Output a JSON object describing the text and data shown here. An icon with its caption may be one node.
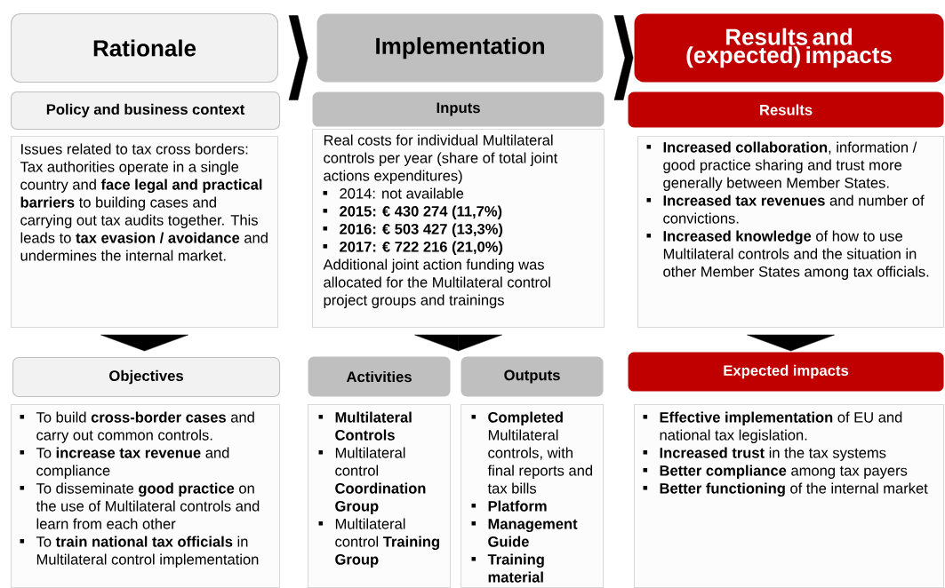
{
  "diagram": {
    "nodes": [
      {
        "text": [
          "Rationale"
        ]
      },
      {
        "text": [
          "Implementation"
        ]
      },
      {
        "text": [
          "Results and (expected) impacts"
        ]
      },
      {
        "text": [
          "Policy and business context"
        ]
      },
      {
        "text": [
          "Issues related to tax cross borders: Tax authorities operate in a single country and **face legal and practical barriers** to building cases and carrying out tax audits together. This leads to **tax evasion / avoidance** and undermines the internal market."
        ]
      },
      {
        "text": [
          "Inputs"
        ]
      },
      {
        "text": [
          "Real costs for individual Multilateral controls per year (share of total joint actions expenditures)",
          "2014: not available",
          "**2015: € 430 274 (11,7%)**",
          "**2016: € 503 427 (13,3%)**",
          "**2017: € 722 216 (21,0%)**",
          "Additional joint action funding was allocated for the Multilateral control project groups and trainings"
        ]
      },
      {
        "text": [
          "Results"
        ]
      },
      {
        "text": [
          "**Increased collaboration**, information / good practice sharing and trust more generally between Member States.",
          "**Increased tax revenues** and number of convictions.",
          "**Increased knowledge** of how to use Multilateral controls and the situation in other Member States among tax officials."
        ]
      },
      {
        "text": [
          "Objectives"
        ]
      },
      {
        "text": [
          "To build **cross-border cases** and carry out common controls.",
          "To **increase tax revenue** and compliance",
          "To disseminate **good practice** on the use of Multilateral controls and learn from each other",
          "To **train national tax officials** in Multilateral control implementation"
        ]
      },
      {
        "text": [
          "Activities"
        ]
      },
      {
        "text": [
          "**Multilateral Controls**",
          "Multilateral control **Coordination Group**",
          "Multilateral control **Training Group**"
        ]
      },
      {
        "text": [
          "Outputs"
        ]
      },
      {
        "text": [
          "**Completed** Multilateral controls, with final reports and tax bills",
          "**Platform**",
          "**Management Guide**",
          "**Training material**"
        ]
      },
      {
        "text": [
          "Expected impacts"
        ]
      },
      {
        "text": [
          "**Effective implementation** of EU and national tax legislation.",
          "**Increased trust** in the tax systems",
          "**Better compliance** among tax payers",
          "**Better functioning** of the internal market"
        ]
      }
    ],
    "edges": [
      {
        "from": 0,
        "to": 1,
        "arrow": "to"
      },
      {
        "from": 1,
        "to": 2,
        "arrow": "to"
      },
      {
        "from": 4,
        "to": 9,
        "arrow": "to"
      },
      {
        "from": 6,
        "to": 11,
        "arrow": "to"
      },
      {
        "from": 6,
        "to": 13,
        "arrow": "to"
      },
      {
        "from": 8,
        "to": 15,
        "arrow": "to"
      }
    ]
  }
}
